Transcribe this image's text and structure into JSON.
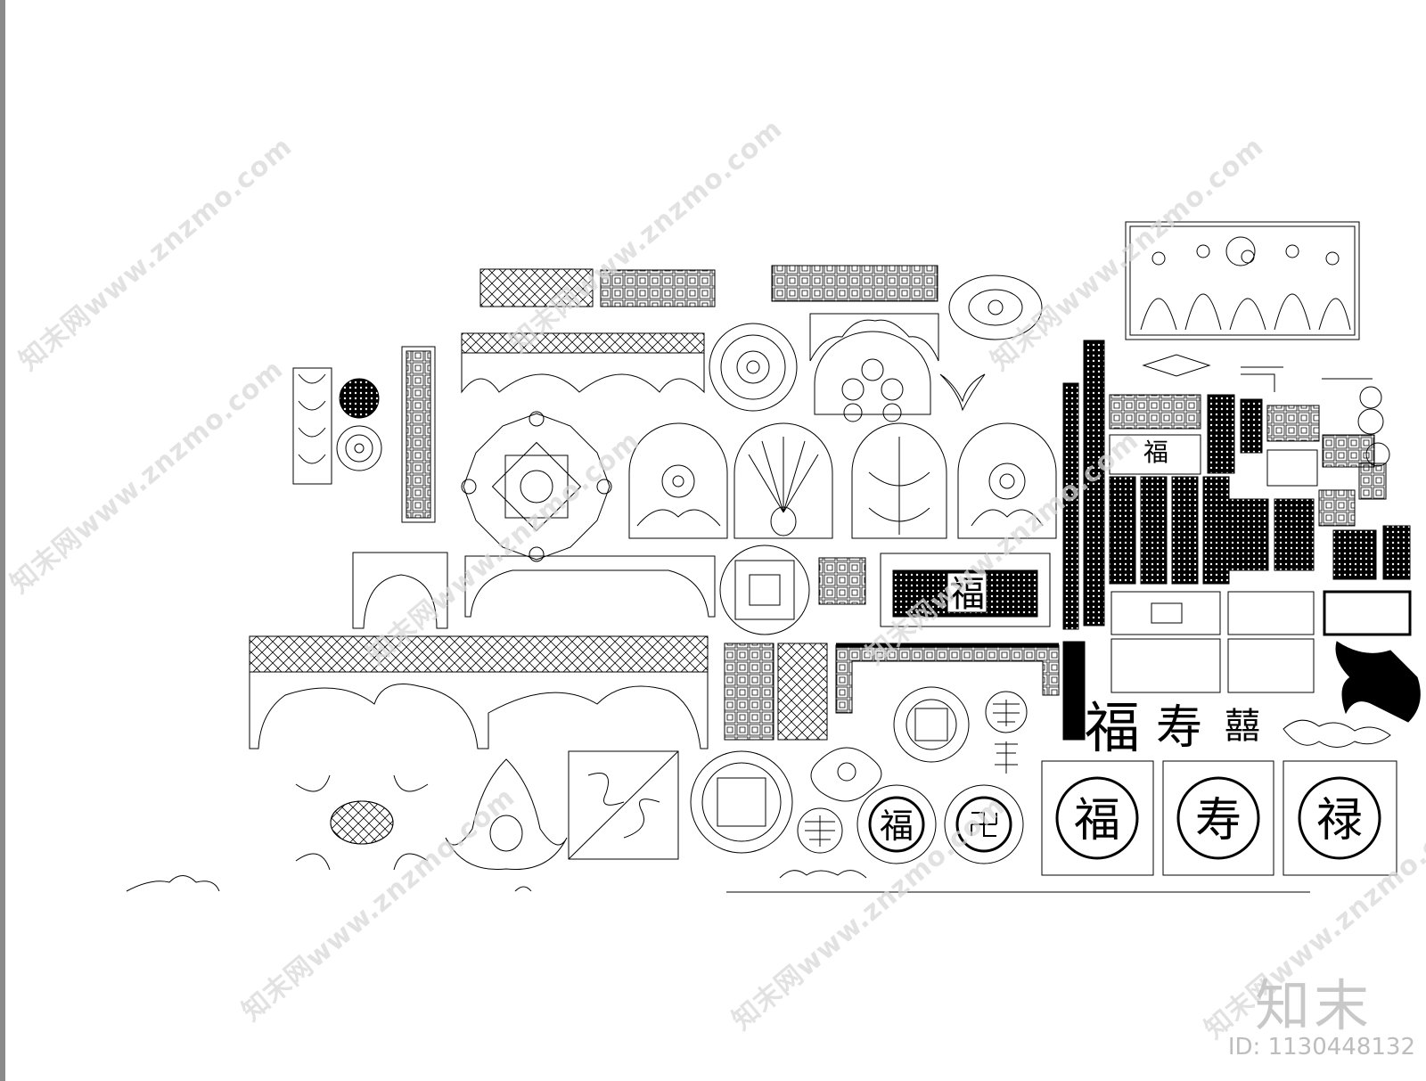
{
  "watermark": {
    "text": "知末网www.znzmo.com"
  },
  "brand": {
    "logo_text": "知末",
    "id_label": "ID: 1130448132"
  },
  "drawing": {
    "characters": {
      "fu": "福",
      "shou": "寿",
      "lu": "禄",
      "double_happiness": "囍"
    }
  }
}
